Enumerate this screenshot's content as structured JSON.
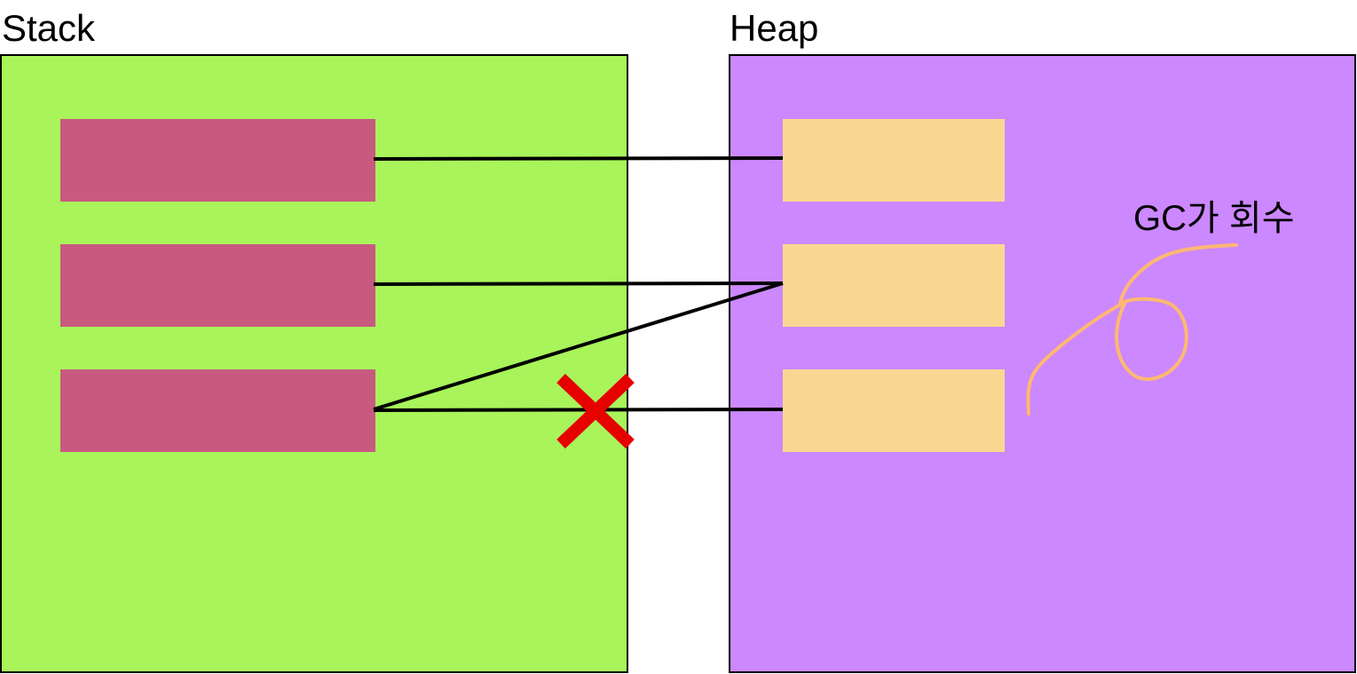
{
  "stack": {
    "title": "Stack",
    "color": "#a8f45a",
    "block_color": "#c85a80",
    "blocks": [
      "stack-var-1",
      "stack-var-2",
      "stack-var-3"
    ]
  },
  "heap": {
    "title": "Heap",
    "color": "#cc88ff",
    "block_color": "#f9d793",
    "blocks": [
      "heap-object-1",
      "heap-object-2",
      "heap-object-3"
    ]
  },
  "references": [
    {
      "from": "stack-var-1",
      "to": "heap-object-1",
      "removed": false
    },
    {
      "from": "stack-var-2",
      "to": "heap-object-2",
      "removed": false
    },
    {
      "from": "stack-var-3",
      "to": "heap-object-2",
      "removed": false
    },
    {
      "from": "stack-var-3",
      "to": "heap-object-3",
      "removed": true
    }
  ],
  "annotation": {
    "text": "GC가 회수",
    "pen_color": "#ffb870"
  },
  "marker_color": "#e60000"
}
